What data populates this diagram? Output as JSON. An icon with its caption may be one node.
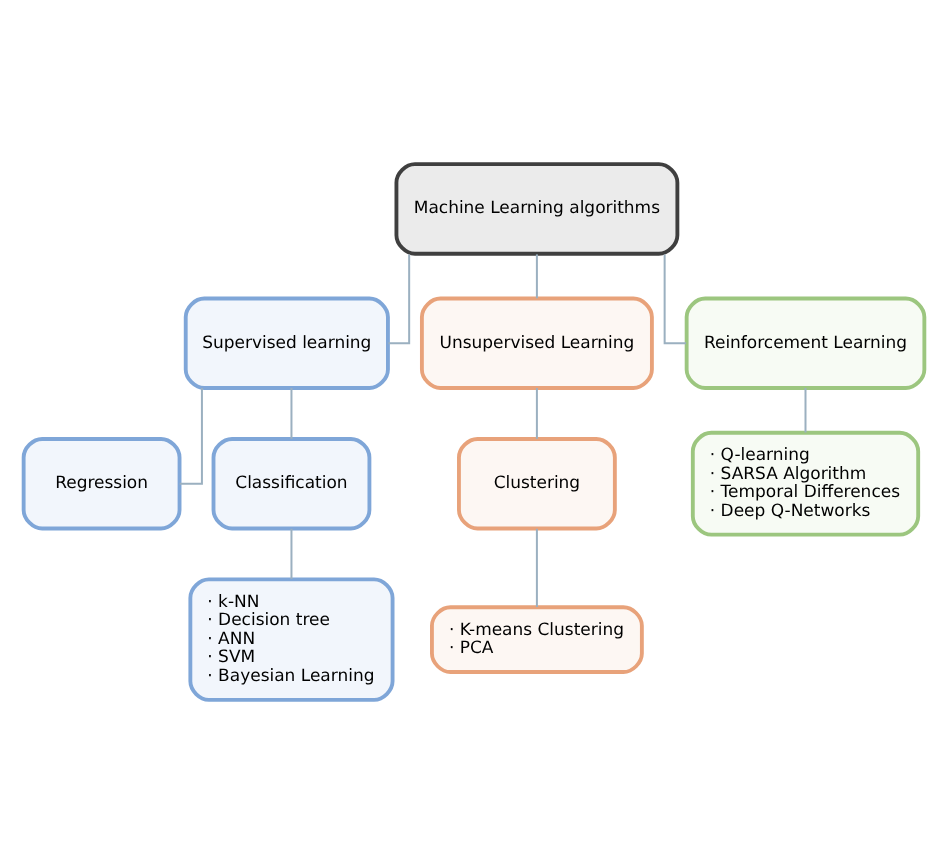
{
  "diagram": {
    "nodes": [
      {
        "text": [
          "Machine Learning algorithms"
        ]
      },
      {
        "text": [
          "Supervised learning"
        ]
      },
      {
        "text": [
          "Unsupervised Learning"
        ]
      },
      {
        "text": [
          "Reinforcement Learning"
        ]
      },
      {
        "text": [
          "Regression"
        ]
      },
      {
        "text": [
          "Classification"
        ]
      },
      {
        "text": [
          "Clustering"
        ]
      },
      {
        "text": [
          "· Q-learning",
          "· SARSA Algorithm",
          "· Temporal Differences",
          "· Deep Q-Networks"
        ]
      },
      {
        "text": [
          "· k-NN",
          "· Decision tree",
          "· ANN",
          "· SVM",
          "· Bayesian Learning"
        ]
      },
      {
        "text": [
          "· K-means Clustering",
          "· PCA"
        ]
      }
    ],
    "edges": [
      {
        "from": 0,
        "to": 1,
        "arrow": "none"
      },
      {
        "from": 0,
        "to": 2,
        "arrow": "none"
      },
      {
        "from": 0,
        "to": 3,
        "arrow": "none"
      },
      {
        "from": 1,
        "to": 4,
        "arrow": "none"
      },
      {
        "from": 1,
        "to": 5,
        "arrow": "none"
      },
      {
        "from": 2,
        "to": 6,
        "arrow": "none"
      },
      {
        "from": 3,
        "to": 7,
        "arrow": "none"
      },
      {
        "from": 5,
        "to": 8,
        "arrow": "none"
      },
      {
        "from": 6,
        "to": 9,
        "arrow": "none"
      }
    ]
  }
}
